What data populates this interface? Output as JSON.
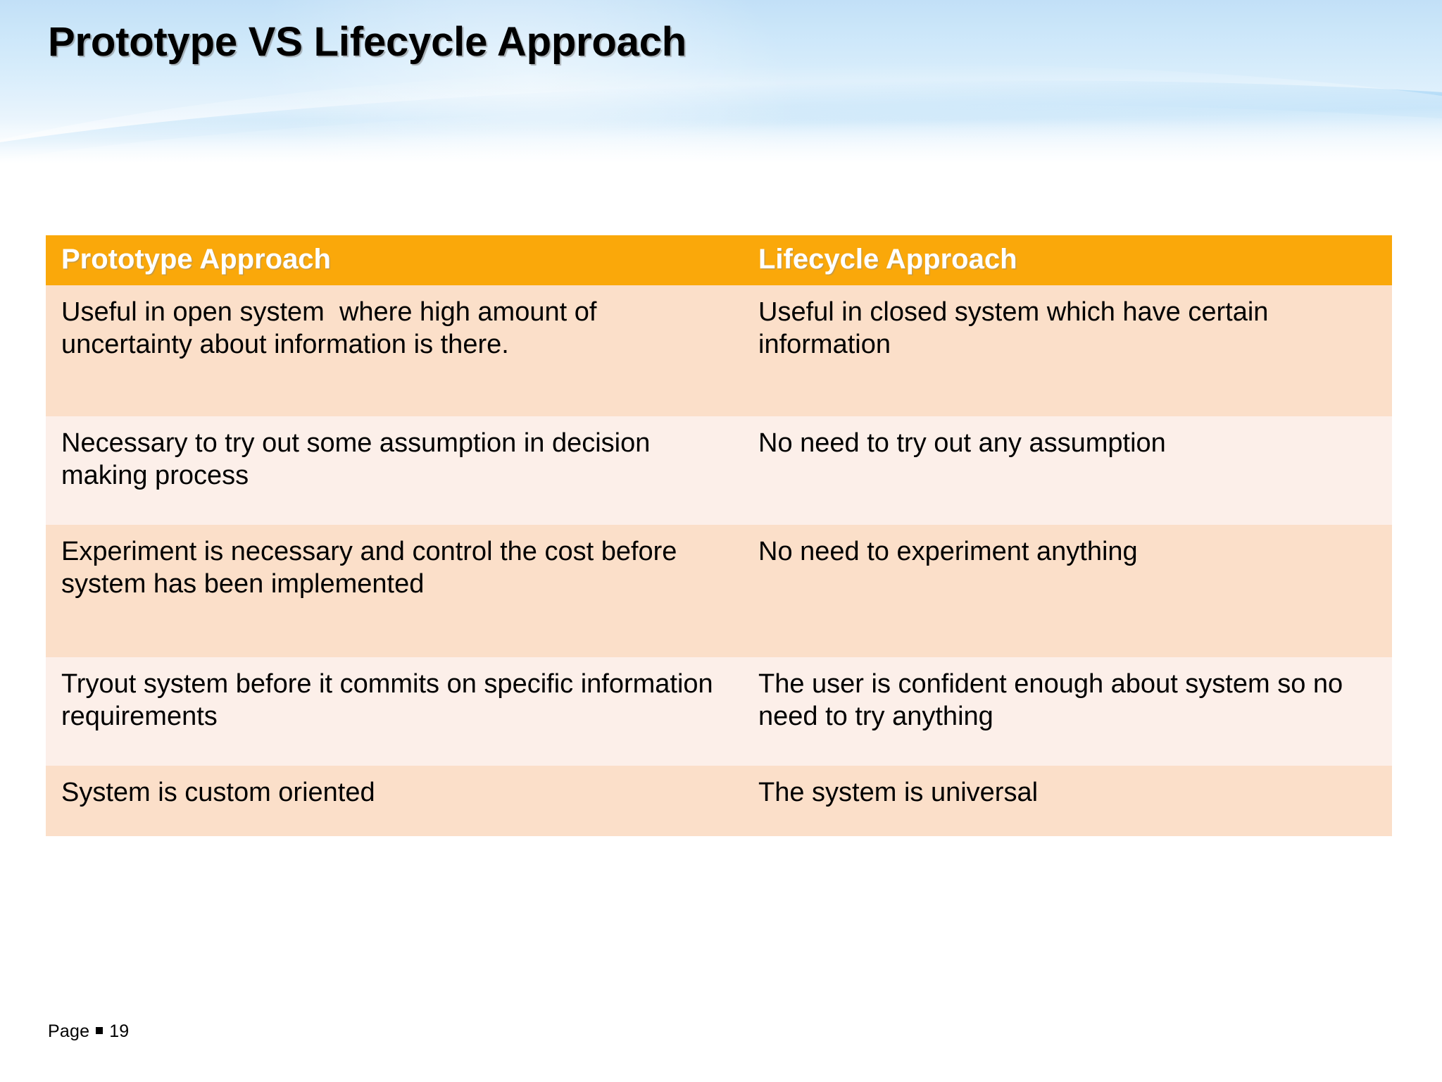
{
  "slide": {
    "title": "Prototype VS Lifecycle Approach",
    "background_color": "#ffffff",
    "banner_colors": {
      "top_blue": "#c2e0f7",
      "swoosh_blue": "#96cef4",
      "fade_white": "#ffffff"
    }
  },
  "table": {
    "header_bg": "#FAA80A",
    "header_text_color": "#ffffff",
    "row_dark_bg": "#FBDFC9",
    "row_light_bg": "#FCEFE9",
    "columns": [
      {
        "key": "prototype",
        "header": "Prototype Approach"
      },
      {
        "key": "lifecycle",
        "header": "Lifecycle Approach"
      }
    ],
    "rows": [
      {
        "prototype": "Useful in open system  where high amount of uncertainty about information is there.",
        "lifecycle": "Useful in closed system which have certain information"
      },
      {
        "prototype": "Necessary to try out some assumption in decision making process",
        "lifecycle": "No need to try out any assumption"
      },
      {
        "prototype": "Experiment is necessary and control the cost before system has been implemented",
        "lifecycle": "No need to experiment anything"
      },
      {
        "prototype": "Tryout system before it commits on specific information requirements",
        "lifecycle": "The user is confident enough about system so no need to try anything"
      },
      {
        "prototype": "System is custom oriented",
        "lifecycle": "The system is universal"
      }
    ]
  },
  "footer": {
    "label": "Page",
    "page_number": "19"
  }
}
